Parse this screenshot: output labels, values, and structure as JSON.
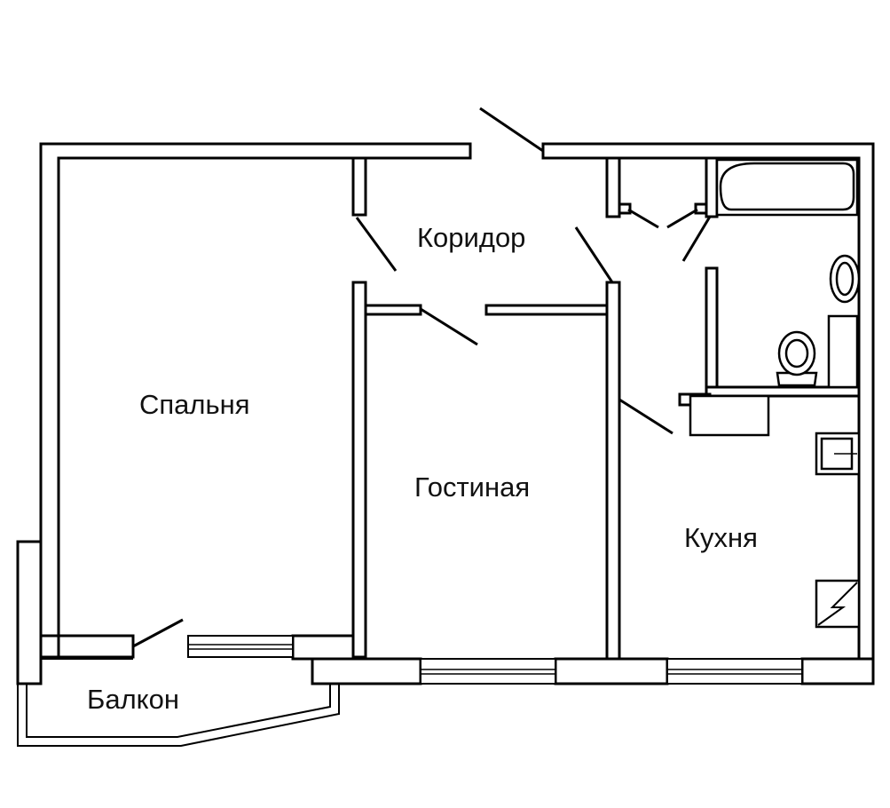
{
  "rooms": {
    "bedroom": "Спальня",
    "corridor": "Коридор",
    "living": "Гостиная",
    "kitchen": "Кухня",
    "balcony": "Балкон"
  },
  "colors": {
    "stroke": "#000000",
    "background": "#ffffff"
  }
}
